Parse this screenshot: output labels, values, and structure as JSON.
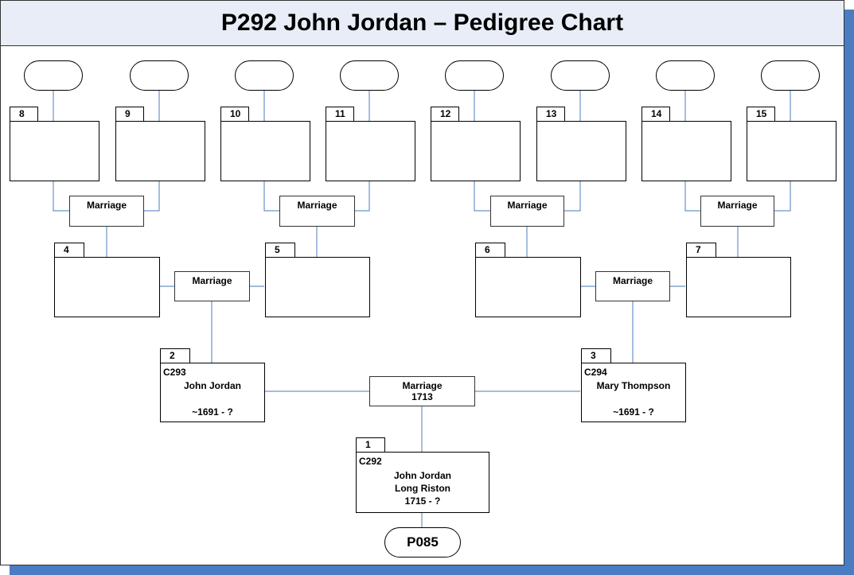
{
  "title": "P292 John Jordan – Pedigree Chart",
  "colors": {
    "shadow": "#4a7cc4",
    "title_bg": "#e8edf8",
    "connector": "#6a93c8"
  },
  "marriage_label": "Marriage",
  "persons": {
    "p1": {
      "number": "1",
      "id": "C292",
      "name": "John Jordan",
      "place": "Long Riston",
      "dates": "1715 - ?"
    },
    "p2": {
      "number": "2",
      "id": "C293",
      "name": "John Jordan",
      "dates": "~1691 - ?"
    },
    "p3": {
      "number": "3",
      "id": "C294",
      "name": "Mary Thompson",
      "dates": "~1691 - ?"
    },
    "p4": {
      "number": "4"
    },
    "p5": {
      "number": "5"
    },
    "p6": {
      "number": "6"
    },
    "p7": {
      "number": "7"
    },
    "p8": {
      "number": "8"
    },
    "p9": {
      "number": "9"
    },
    "p10": {
      "number": "10"
    },
    "p11": {
      "number": "11"
    },
    "p12": {
      "number": "12"
    },
    "p13": {
      "number": "13"
    },
    "p14": {
      "number": "14"
    },
    "p15": {
      "number": "15"
    }
  },
  "main_marriage": {
    "label": "Marriage",
    "year": "1713"
  },
  "source_ref": "P085"
}
